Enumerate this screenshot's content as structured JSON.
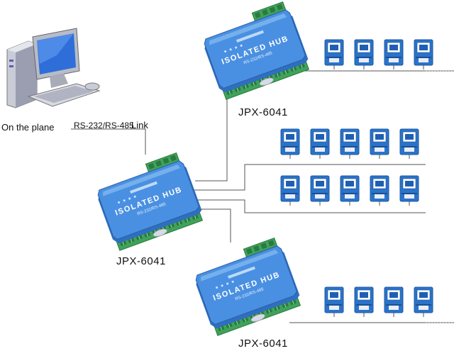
{
  "computer": {
    "label": "On the plane"
  },
  "link": {
    "protocol": "RS-232/RS-485",
    "word": "Link"
  },
  "hubs": [
    {
      "id": "top",
      "label": "JPX-6041",
      "panel_text": "ISOLATED HUB",
      "panel_subtext": "RS-232/RS-485",
      "sensor_rows": [
        4
      ]
    },
    {
      "id": "center",
      "label": "JPX-6041",
      "panel_text": "ISOLATED HUB",
      "panel_subtext": "RS-232/RS-485",
      "sensor_rows": [
        5,
        5
      ]
    },
    {
      "id": "bottom",
      "label": "JPX-6041",
      "panel_text": "ISOLATED HUB",
      "panel_subtext": "RS-232/RS-485",
      "sensor_rows": [
        4
      ]
    }
  ],
  "colors": {
    "hub_body": "#4a90e2",
    "hub_body_dark": "#2f6fc0",
    "hub_side": "#7fb8f0",
    "terminal": "#3fa35a",
    "terminal_dark": "#2a7a40",
    "sensor": "#2a73c9",
    "sensor_window": "#ffffff",
    "wire": "#555555"
  }
}
